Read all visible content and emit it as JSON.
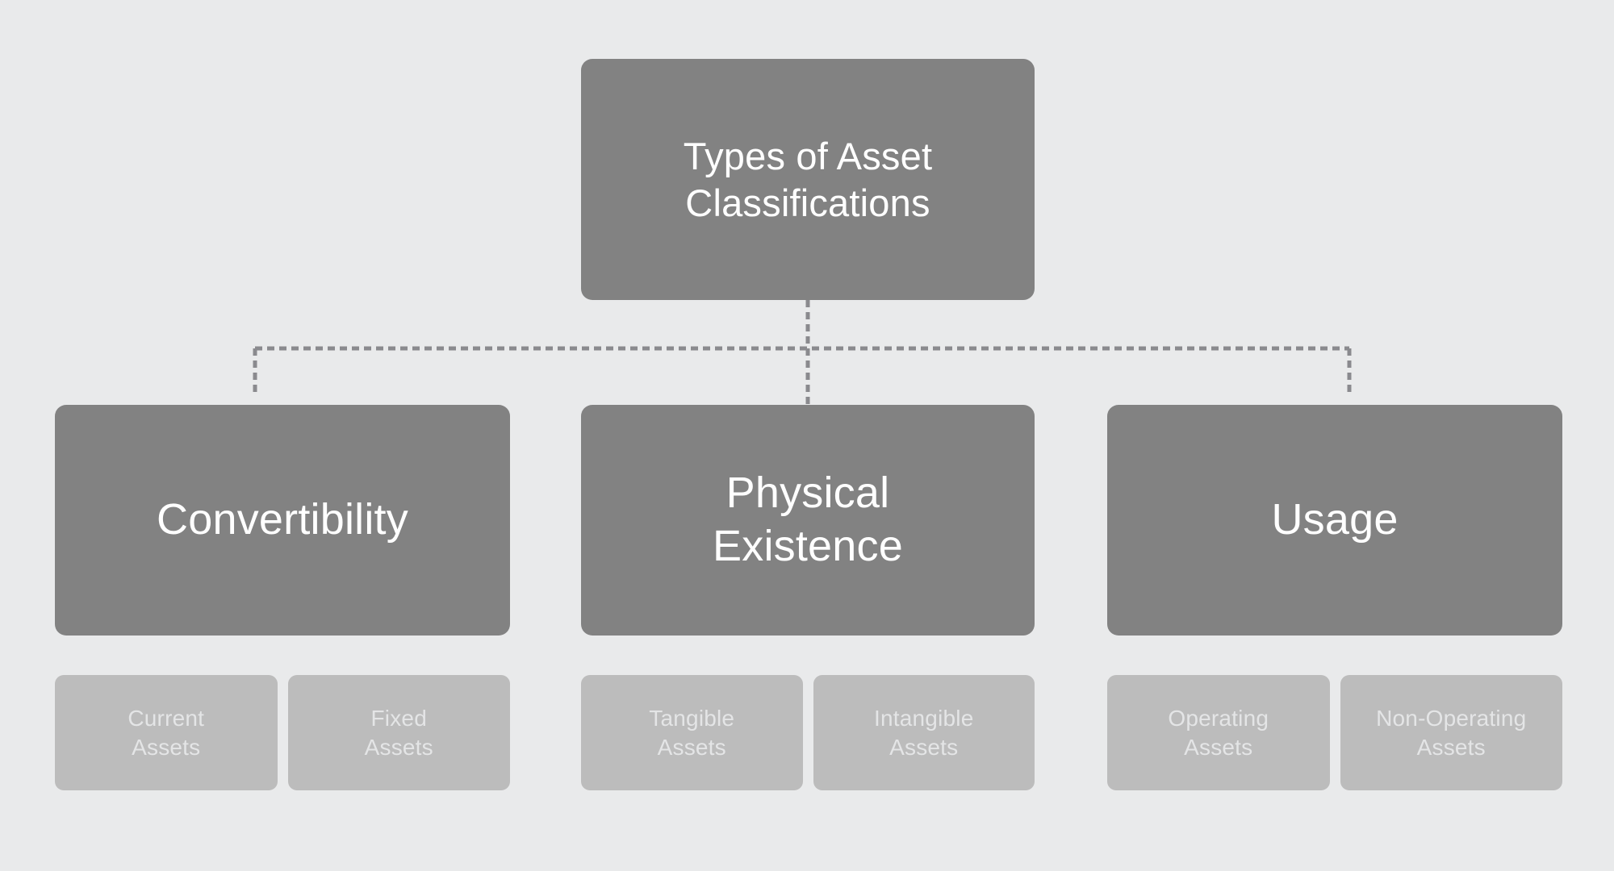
{
  "diagram": {
    "title": "Types of Asset Classifications",
    "type": "hierarchy-tree",
    "colors": {
      "background": "#E9EAEB",
      "node_fill": "#828282",
      "node_text": "#FFFFFF",
      "leaf_fill": "#BCBCBC",
      "leaf_text": "#E4E5E6",
      "connector": "#8A8A8E"
    },
    "root": {
      "label": "Types of Asset\nClassifications"
    },
    "branches": [
      {
        "label": "Convertibility",
        "leaves": [
          {
            "label": "Current\nAssets"
          },
          {
            "label": "Fixed\nAssets"
          }
        ]
      },
      {
        "label": "Physical\nExistence",
        "leaves": [
          {
            "label": "Tangible\nAssets"
          },
          {
            "label": "Intangible\nAssets"
          }
        ]
      },
      {
        "label": "Usage",
        "leaves": [
          {
            "label": "Operating\nAssets"
          },
          {
            "label": "Non-Operating\nAssets"
          }
        ]
      }
    ]
  }
}
